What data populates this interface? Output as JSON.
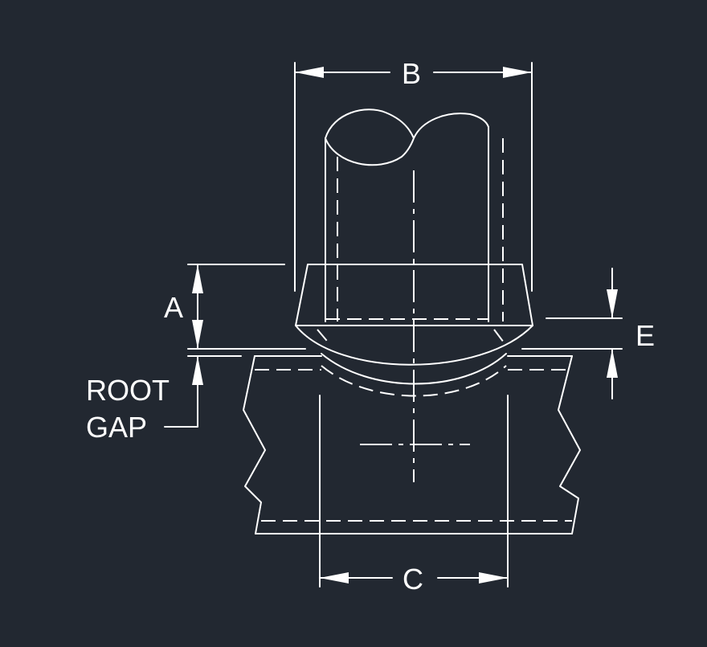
{
  "diagram": {
    "labels": {
      "b": "B",
      "a": "A",
      "e": "E",
      "c": "C",
      "root_line1": "ROOT",
      "root_line2": "GAP"
    },
    "colors": {
      "background": "#222831",
      "lines": "#ffffff"
    }
  }
}
